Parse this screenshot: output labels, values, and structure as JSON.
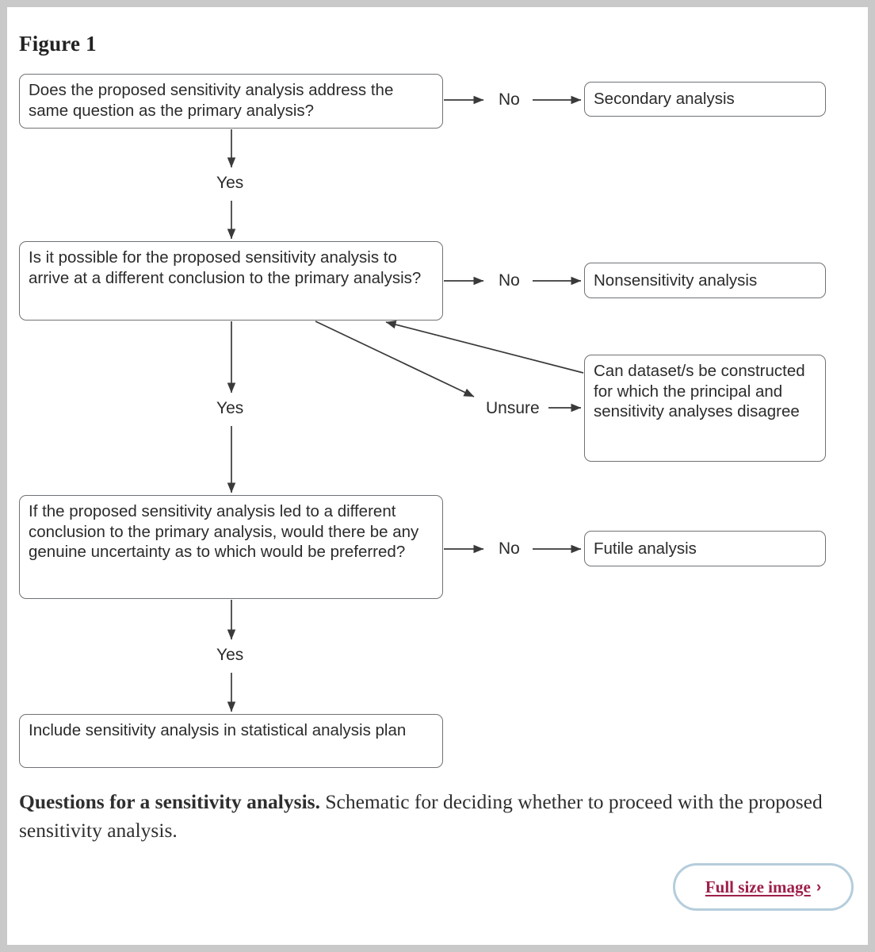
{
  "figure": {
    "title": "Figure 1"
  },
  "flowchart": {
    "nodes": {
      "q1": "Does the proposed sensitivity analysis address the same question as the primary analysis?",
      "q2": "Is it possible for the proposed sensitivity analysis to arrive at a different conclusion to the primary analysis?",
      "q3": "If the proposed sensitivity analysis led to a different conclusion to the primary analysis, would there be any genuine uncertainty as to which would be preferred?",
      "end": "Include sensitivity analysis in statistical analysis plan",
      "secondary": "Secondary analysis",
      "nonsensitivity": "Nonsensitivity analysis",
      "dataset": "Can dataset/s be constructed for which the principal and sensitivity analyses disagree",
      "futile": "Futile analysis"
    },
    "edge_labels": {
      "no_1": "No",
      "no_2": "No",
      "no_3": "No",
      "unsure": "Unsure",
      "yes_1": "Yes",
      "yes_2": "Yes",
      "yes_3": "Yes"
    },
    "colors": {
      "node_border": "#6f7276",
      "edge_line": "#3a3a3a",
      "text": "#2b2b2b"
    }
  },
  "caption": {
    "lead": "Questions for a sensitivity analysis.",
    "body": " Schematic for deciding whether to proceed with the proposed sensitivity analysis."
  },
  "actions": {
    "fullsize_label": "Full size image",
    "fullsize_chevron": "›",
    "accent": "#9e1f4a",
    "border": "#b5cddc"
  }
}
